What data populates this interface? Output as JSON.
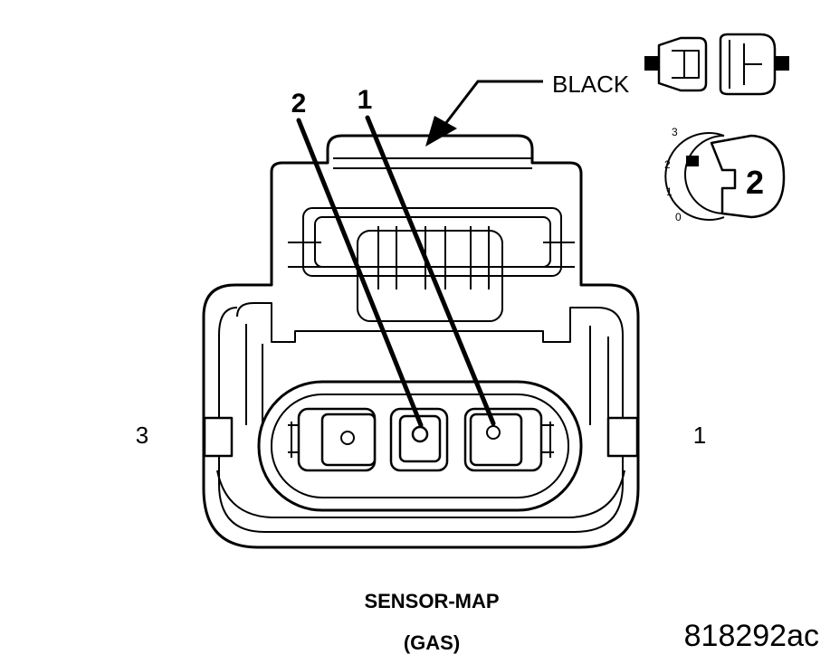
{
  "callouts": {
    "wire_2": "2",
    "wire_1": "1",
    "color": "BLACK"
  },
  "cavity_labels": {
    "left": "3",
    "right": "1"
  },
  "key_dial": {
    "positions": [
      "3",
      "2",
      "1",
      "0"
    ],
    "selected": "2"
  },
  "caption": {
    "title": "SENSOR-MAP",
    "subtitle": "(GAS)"
  },
  "figure_id": "818292ac"
}
